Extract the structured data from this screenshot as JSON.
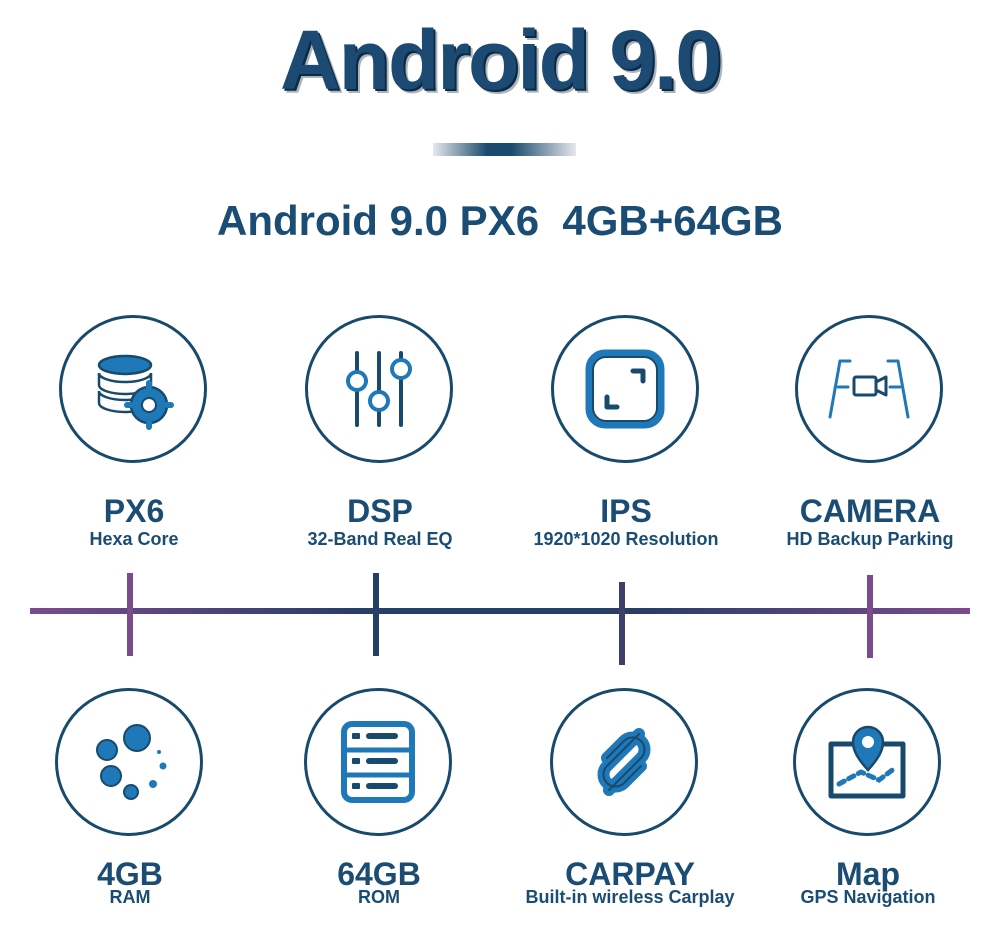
{
  "title": "Android 9.0",
  "subtitle": "Android 9.0 PX6  4GB+64GB",
  "colors": {
    "primary": "#1b4d74",
    "icon": "#1f78b8",
    "timeline_purple": "#7b4b8c",
    "timeline_navy": "#273e66"
  },
  "features_top": [
    {
      "icon": "database-cpu-icon",
      "label": "PX6",
      "sublabel": "Hexa Core"
    },
    {
      "icon": "equalizer-sliders-icon",
      "label": "DSP",
      "sublabel": "32-Band Real EQ"
    },
    {
      "icon": "screen-expand-icon",
      "label": "IPS",
      "sublabel": "1920*1020 Resolution"
    },
    {
      "icon": "backup-camera-icon",
      "label": "CAMERA",
      "sublabel": "HD Backup Parking"
    }
  ],
  "features_bottom": [
    {
      "icon": "ram-dots-icon",
      "label": "4GB",
      "sublabel": "RAM"
    },
    {
      "icon": "server-storage-icon",
      "label": "64GB",
      "sublabel": "ROM"
    },
    {
      "icon": "carplay-link-icon",
      "label": "CARPAY",
      "sublabel": "Built-in wireless Carplay"
    },
    {
      "icon": "map-pin-icon",
      "label": "Map",
      "sublabel": "GPS Navigation"
    }
  ]
}
